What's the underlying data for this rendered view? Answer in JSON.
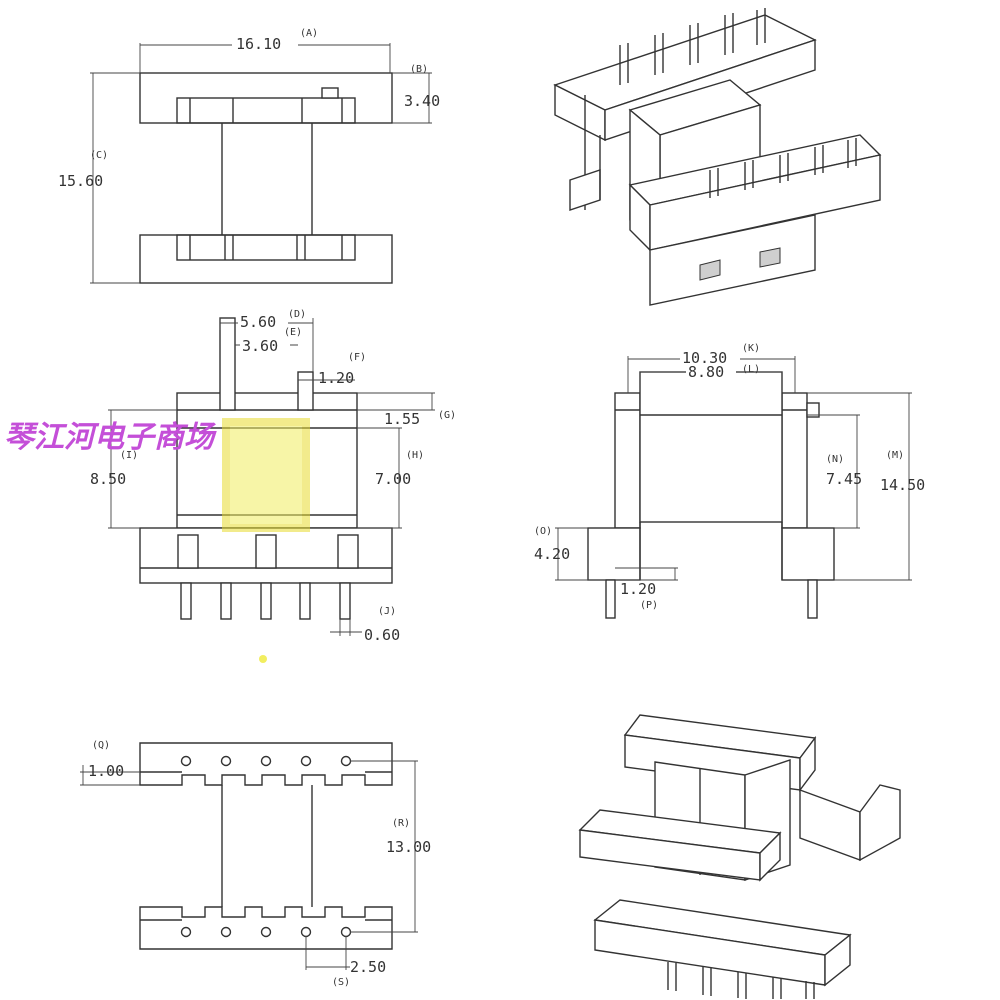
{
  "watermark": "琴江河电子商场",
  "dimensions": [
    {
      "tag": "(A)",
      "value": "16.10"
    },
    {
      "tag": "(B)",
      "value": "3.40"
    },
    {
      "tag": "(C)",
      "value": "15.60"
    },
    {
      "tag": "(D)",
      "value": "5.60"
    },
    {
      "tag": "(E)",
      "value": "3.60"
    },
    {
      "tag": "(F)",
      "value": "1.20"
    },
    {
      "tag": "(G)",
      "value": "1.55"
    },
    {
      "tag": "(H)",
      "value": "7.00"
    },
    {
      "tag": "(I)",
      "value": "8.50"
    },
    {
      "tag": "(J)",
      "value": "0.60"
    },
    {
      "tag": "(K)",
      "value": "10.30"
    },
    {
      "tag": "(L)",
      "value": "8.80"
    },
    {
      "tag": "(N)",
      "value": "7.45"
    },
    {
      "tag": "(M)",
      "value": "14.50"
    },
    {
      "tag": "(O)",
      "value": "4.20"
    },
    {
      "tag": "(P)",
      "value": "1.20"
    },
    {
      "tag": "(Q)",
      "value": "1.00"
    },
    {
      "tag": "(R)",
      "value": "13.00"
    },
    {
      "tag": "(S)",
      "value": "2.50"
    }
  ]
}
